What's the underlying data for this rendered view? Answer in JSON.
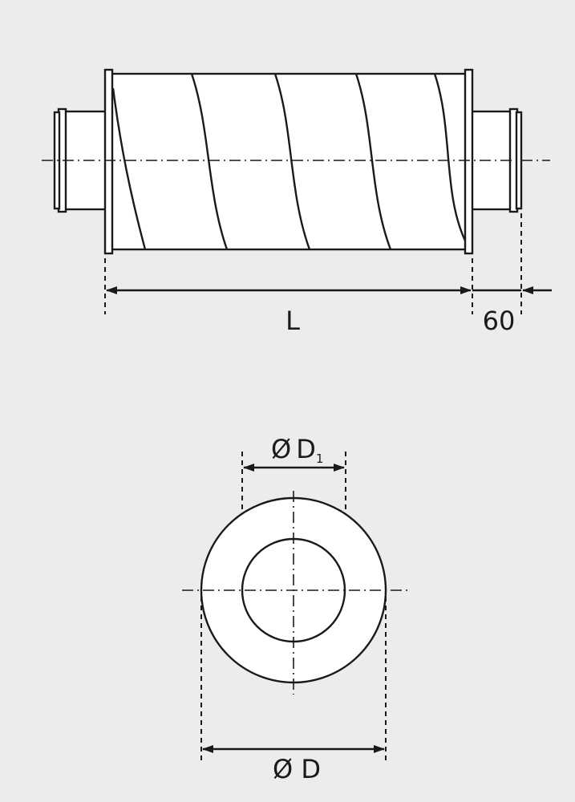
{
  "labels": {
    "length": "L",
    "spigot": "60",
    "inner_dia_symbol": "Ø",
    "inner_dia_letter": "D",
    "inner_dia_sub": "1",
    "outer_dia": "Ø D"
  },
  "colors": {
    "background": "#ececec",
    "line": "#1a1a1a",
    "fill": "#ffffff"
  }
}
